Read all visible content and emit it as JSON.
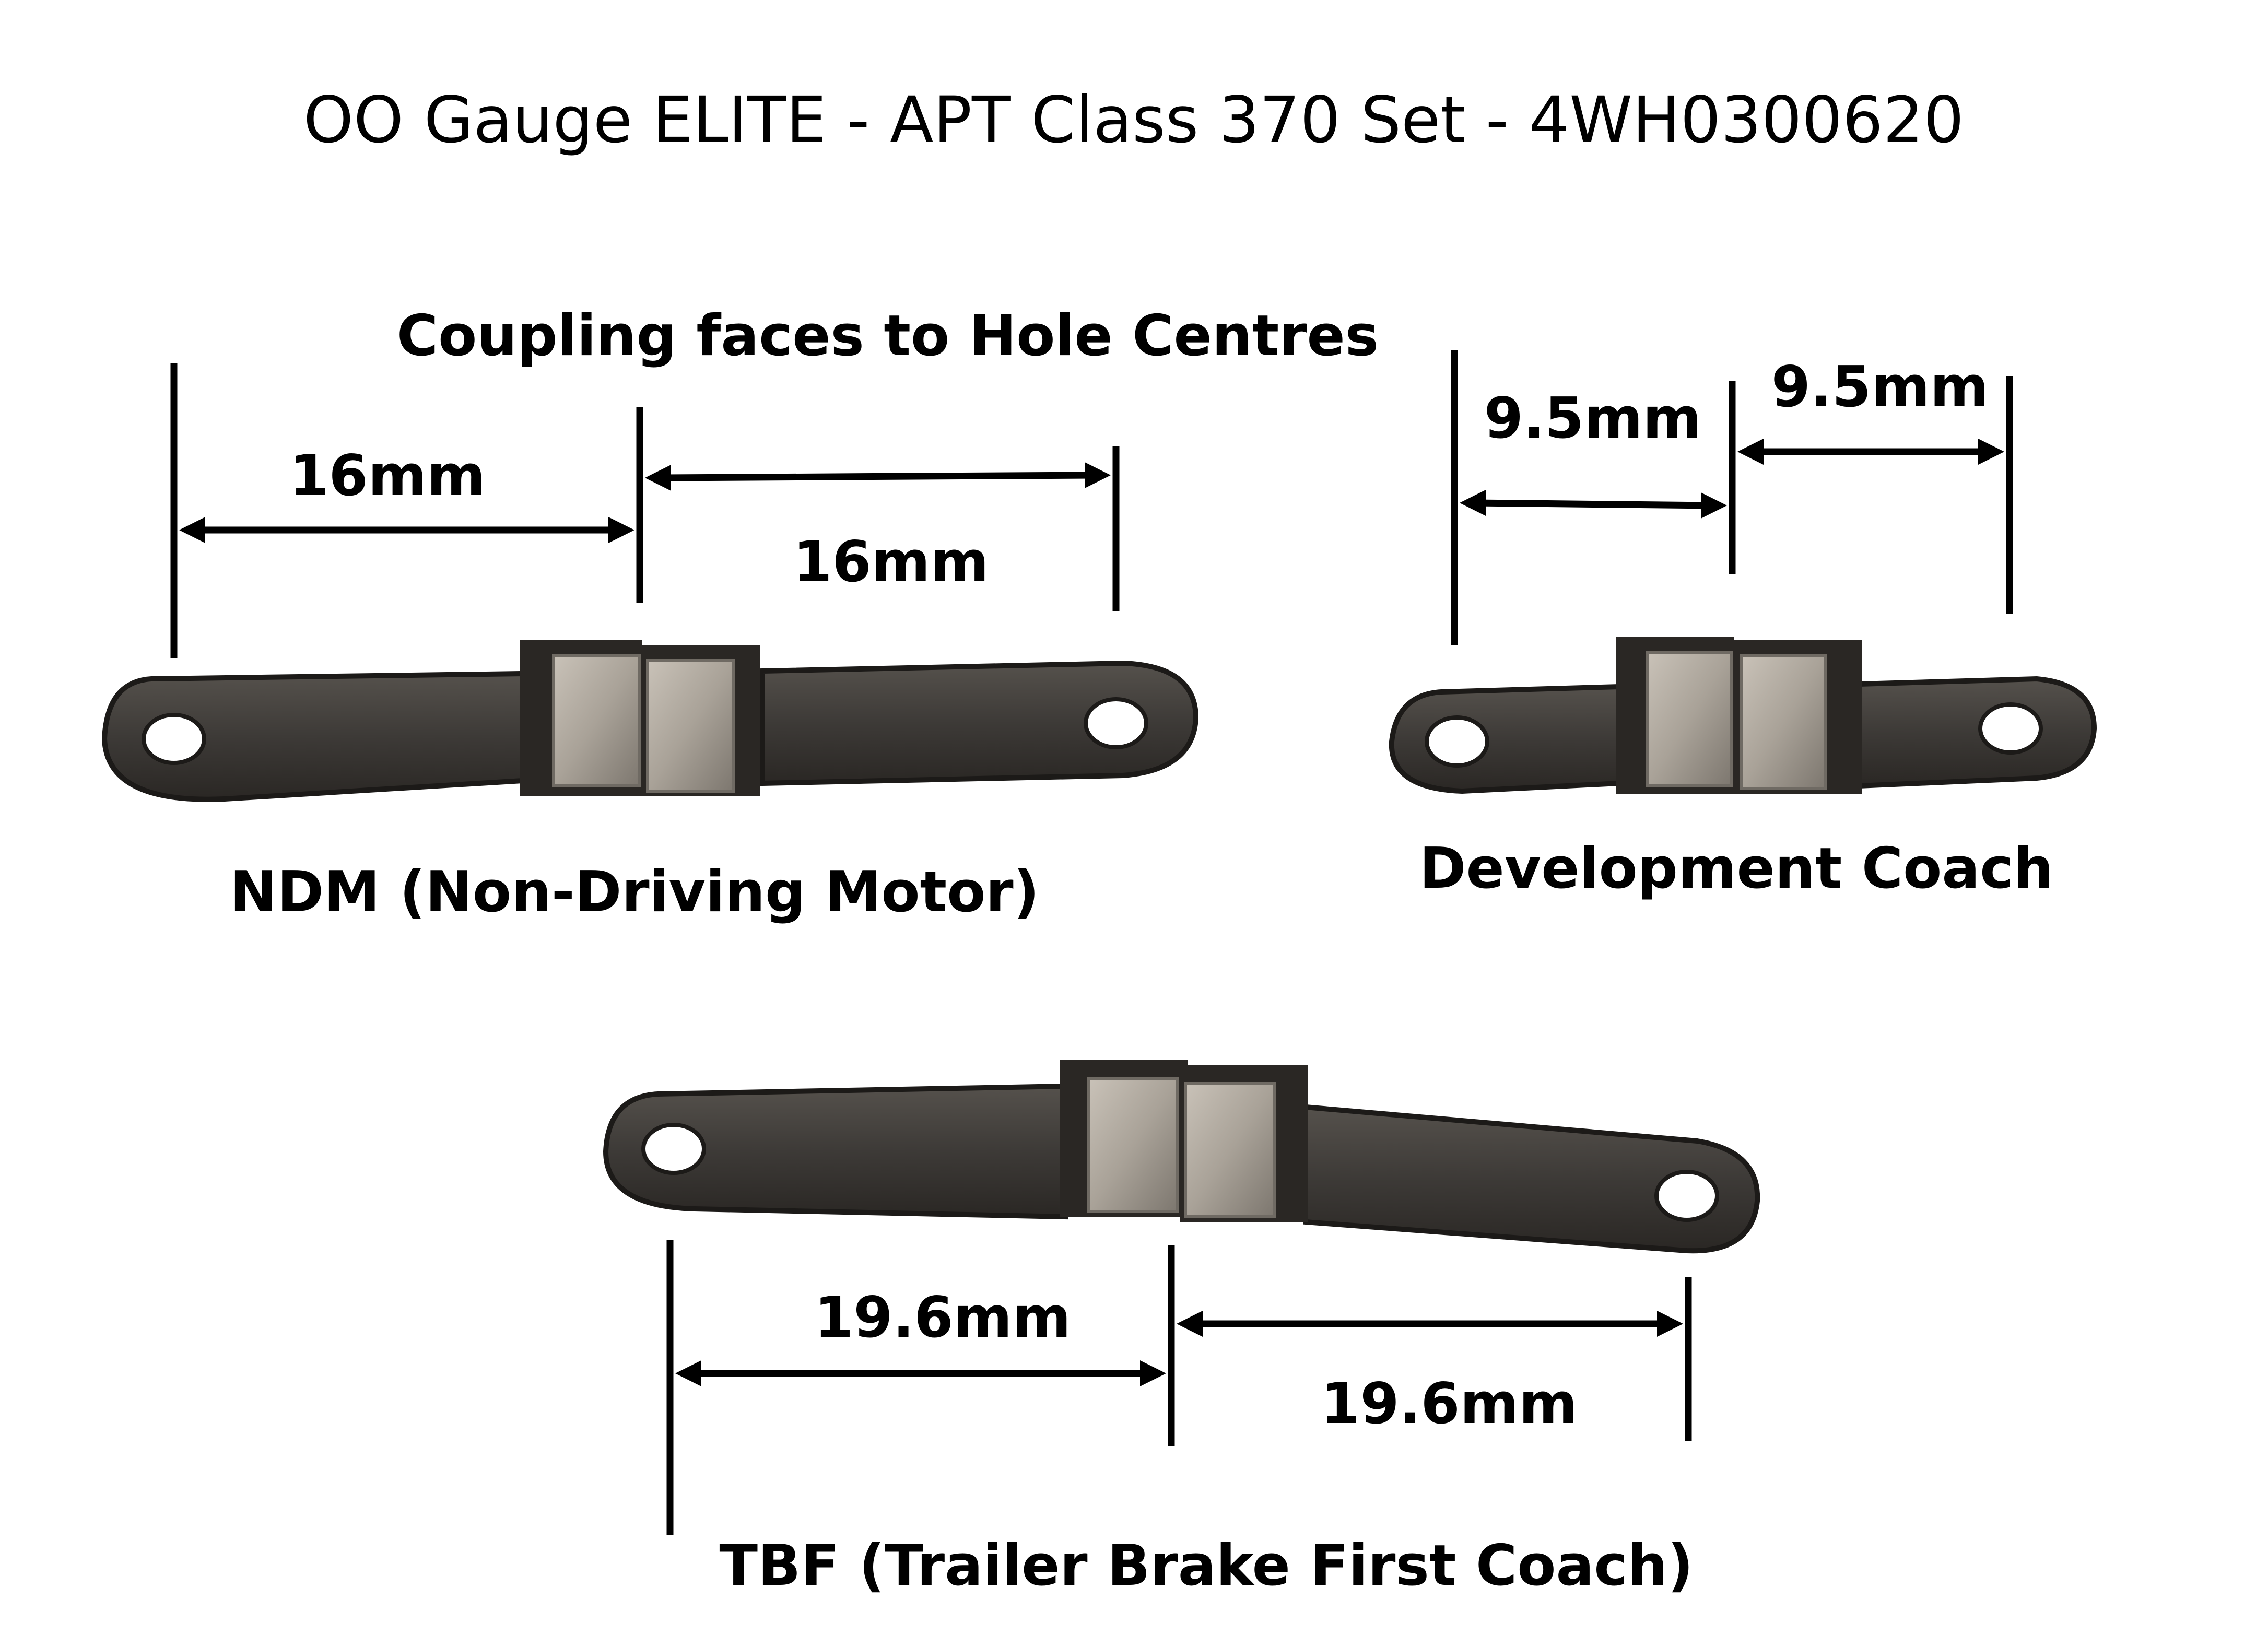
{
  "title": "OO Gauge ELITE - APT Class 370 Set - 4WH0300620",
  "subtitle": "Coupling faces to Hole Centres",
  "couplings": [
    {
      "name": "NDM (Non-Driving Motor)",
      "left_dimension": "16mm",
      "right_dimension": "16mm"
    },
    {
      "name": "Development Coach",
      "left_dimension": "9.5mm",
      "right_dimension": "9.5mm"
    },
    {
      "name": "TBF (Trailer Brake First Coach)",
      "left_dimension": "19.6mm",
      "right_dimension": "19.6mm"
    }
  ],
  "colors": {
    "bar": "#3d3a37",
    "bar_edge": "#1c1a18",
    "block": "#a9a298",
    "block_shade": "#6f6a63",
    "block_dark": "#2a2724",
    "hole": "#ffffff"
  }
}
